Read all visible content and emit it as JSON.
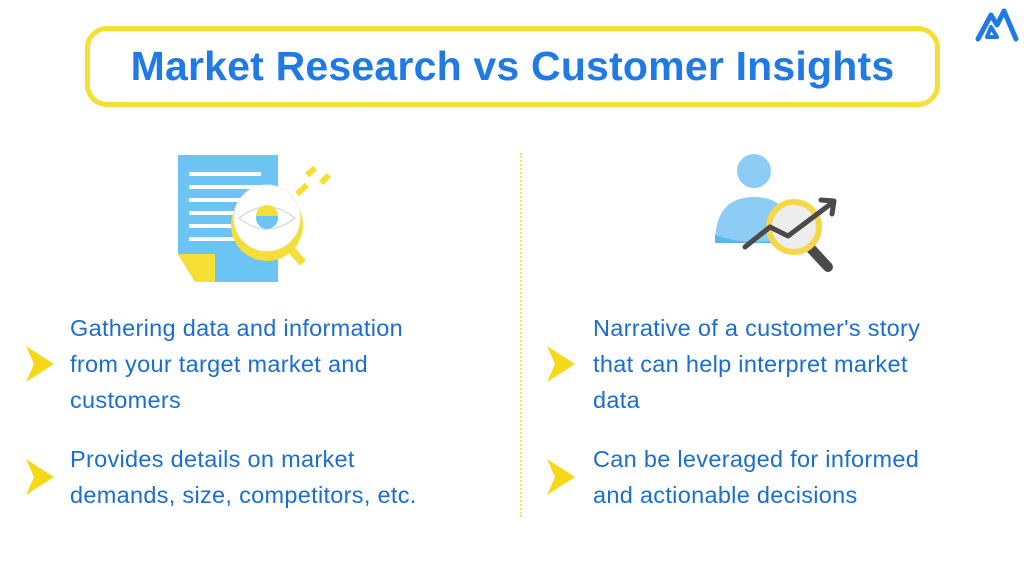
{
  "header": {
    "title": "Market Research vs Customer Insights",
    "logo_icon": "mountain-logo-icon"
  },
  "colors": {
    "title_blue": "#1f7ae6",
    "text_blue": "#1a6ed2",
    "accent_yellow": "#f5df35",
    "light_blue": "#6cc4f5",
    "dark_gray": "#4a4a4a"
  },
  "left_column": {
    "heading_topic": "Market Research",
    "illustration_icon": "document-magnifier-eye-icon",
    "bullets": [
      {
        "icon": "chevron-right-icon",
        "text_lines": [
          "Gathering data and information",
          "from your target market and",
          "customers"
        ]
      },
      {
        "icon": "chevron-right-icon",
        "text_lines": [
          "Provides details on market",
          "demands, size, competitors, etc."
        ]
      }
    ]
  },
  "right_column": {
    "heading_topic": "Customer Insights",
    "illustration_icon": "person-magnifier-trend-icon",
    "bullets": [
      {
        "icon": "chevron-right-icon",
        "text_lines": [
          "Narrative of a customer's story",
          "that can help interpret market",
          "data"
        ]
      },
      {
        "icon": "chevron-right-icon",
        "text_lines": [
          "Can be leveraged for informed",
          "and actionable decisions"
        ]
      }
    ]
  }
}
